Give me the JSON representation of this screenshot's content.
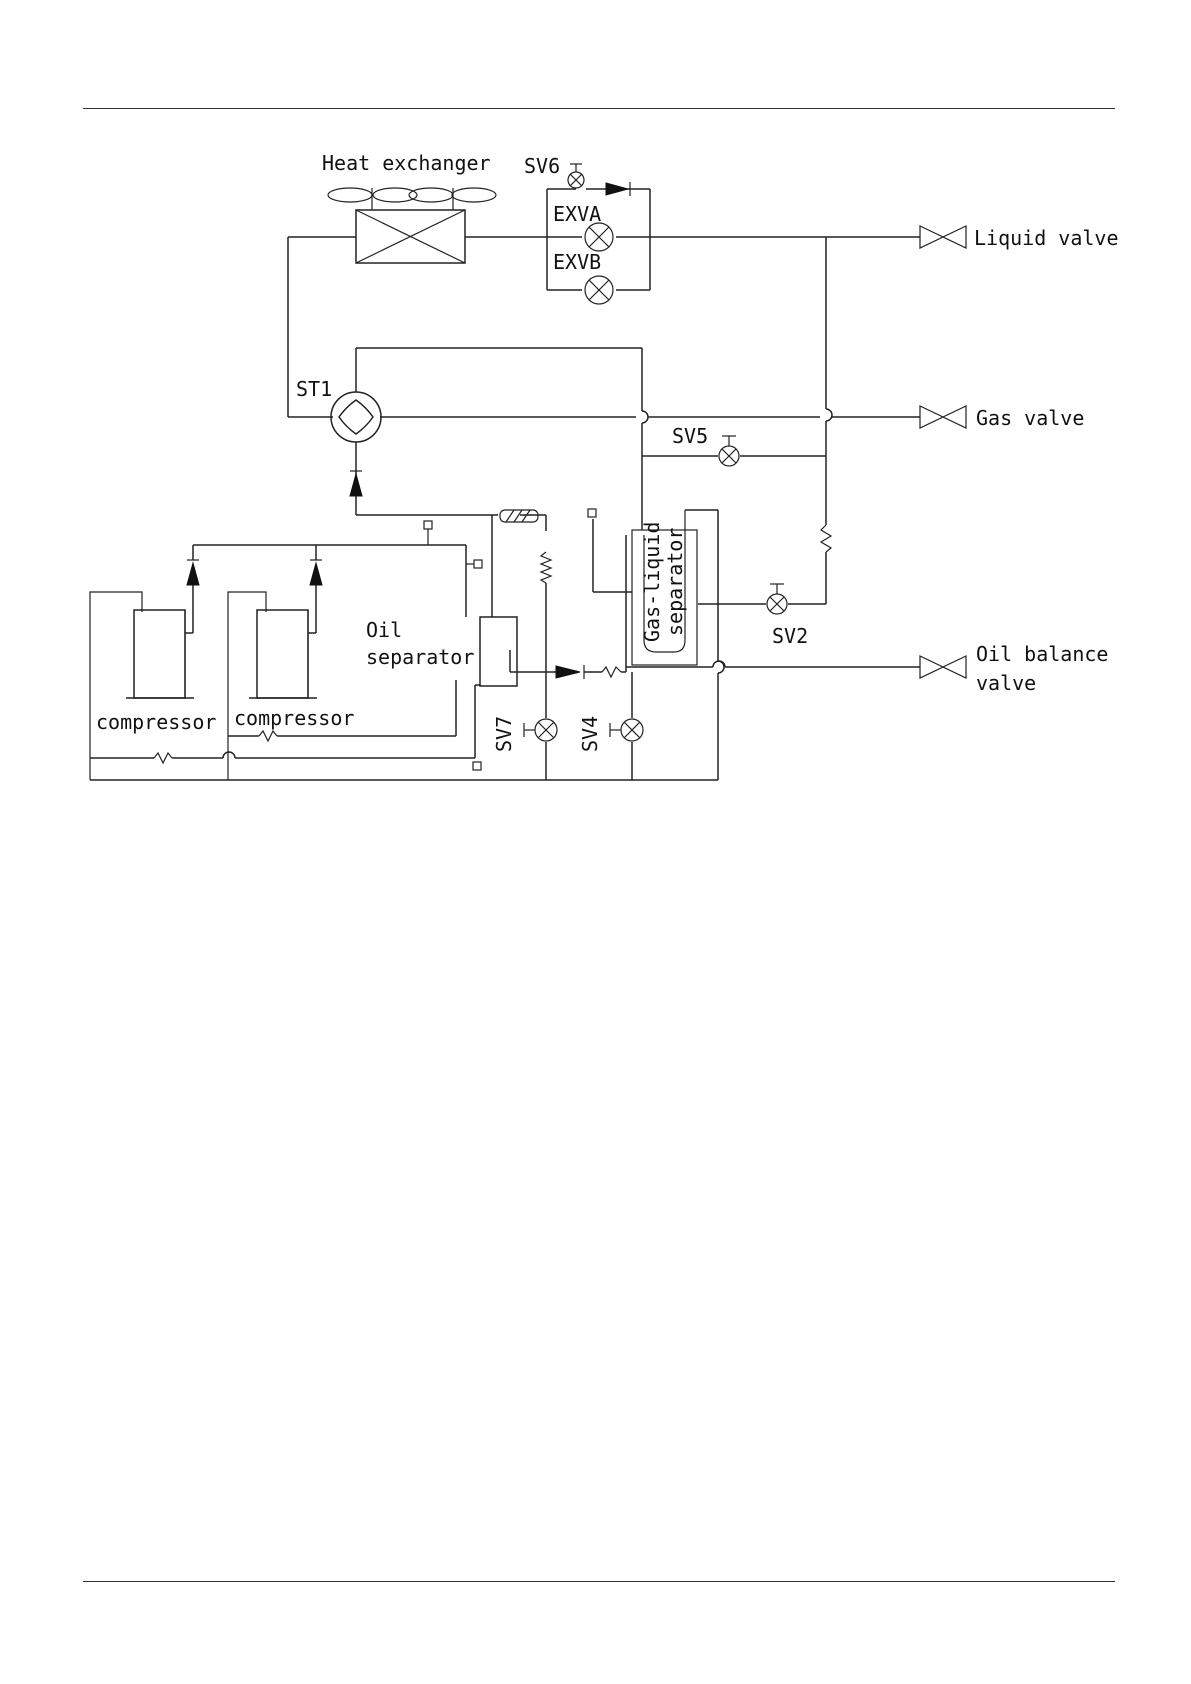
{
  "labels": {
    "heat_exchanger": "Heat exchanger",
    "sv6": "SV6",
    "exva": "EXVA",
    "exvb": "EXVB",
    "liquid_valve": "Liquid valve",
    "st1": "ST1",
    "gas_valve": "Gas valve",
    "sv5": "SV5",
    "gas_liquid_separator_1": "Gas-liquid",
    "gas_liquid_separator_2": "separator",
    "sv2": "SV2",
    "oil_separator_1": "Oil",
    "oil_separator_2": "separator",
    "oil_balance_valve_1": "Oil balance",
    "oil_balance_valve_2": "valve",
    "compressor_1": "compressor",
    "compressor_2": "compressor",
    "sv7": "SV7",
    "sv4": "SV4"
  }
}
